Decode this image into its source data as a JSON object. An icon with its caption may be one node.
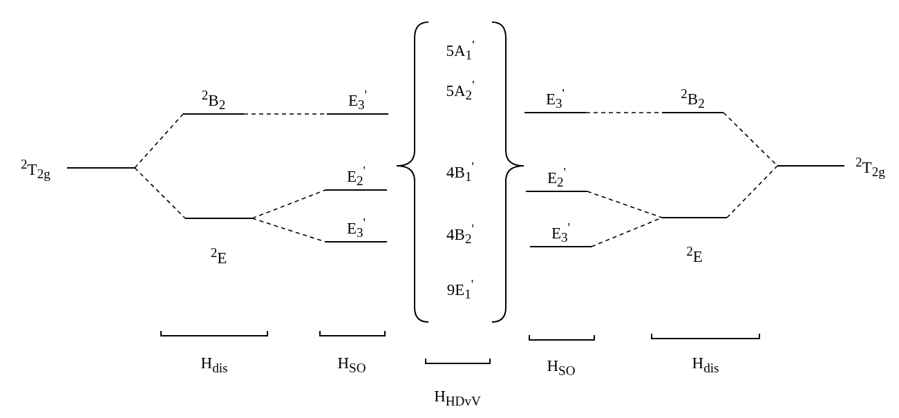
{
  "diagram": {
    "nodes": [
      {
        "text": [
          "$^{2}$T$_{2g}$"
        ]
      },
      {
        "text": [
          "$^{2}$B$_{2}$"
        ]
      },
      {
        "text": [
          "$^{2}$E"
        ]
      },
      {
        "text": [
          "E$_{3}$$^{'}$"
        ]
      },
      {
        "text": [
          "E$_{2}$$^{'}$"
        ]
      },
      {
        "text": [
          "E$_{3}$$^{'}$"
        ]
      },
      {
        "text": [
          "E$_{3}$$^{'}$"
        ]
      },
      {
        "text": [
          "E$_{2}$$^{'}$"
        ]
      },
      {
        "text": [
          "E$_{3}$$^{'}$"
        ]
      },
      {
        "text": [
          "$^{2}$B$_{2}$"
        ]
      },
      {
        "text": [
          "$^{2}$E"
        ]
      },
      {
        "text": [
          "$^{2}$T$_{2g}$"
        ]
      }
    ],
    "edges": [
      {
        "from": 0,
        "to": 1,
        "arrow": "none",
        "style": "dashed"
      },
      {
        "from": 0,
        "to": 2,
        "arrow": "none",
        "style": "dashed"
      },
      {
        "from": 1,
        "to": 3,
        "arrow": "none",
        "style": "dashed"
      },
      {
        "from": 2,
        "to": 4,
        "arrow": "none",
        "style": "dashed"
      },
      {
        "from": 2,
        "to": 5,
        "arrow": "none",
        "style": "dashed"
      },
      {
        "from": 6,
        "to": 9,
        "arrow": "none",
        "style": "dashed"
      },
      {
        "from": 7,
        "to": 10,
        "arrow": "none",
        "style": "dashed"
      },
      {
        "from": 8,
        "to": 10,
        "arrow": "none",
        "style": "dashed"
      },
      {
        "from": 9,
        "to": 11,
        "arrow": "none",
        "style": "dashed"
      },
      {
        "from": 10,
        "to": 11,
        "arrow": "none",
        "style": "dashed"
      }
    ],
    "labels": [
      "5A$_{1}$$^{'}$",
      "5A$_{2}$$^{'}$",
      "4B$_{1}$$^{'}$",
      "4B$_{2}$$^{'}$",
      "9E$_{1}$$^{'}$",
      "H$_{dis}$",
      "H$_{SO}$",
      "H$_{SO}$",
      "H$_{dis}$",
      "H$_{HDvV}$"
    ]
  }
}
